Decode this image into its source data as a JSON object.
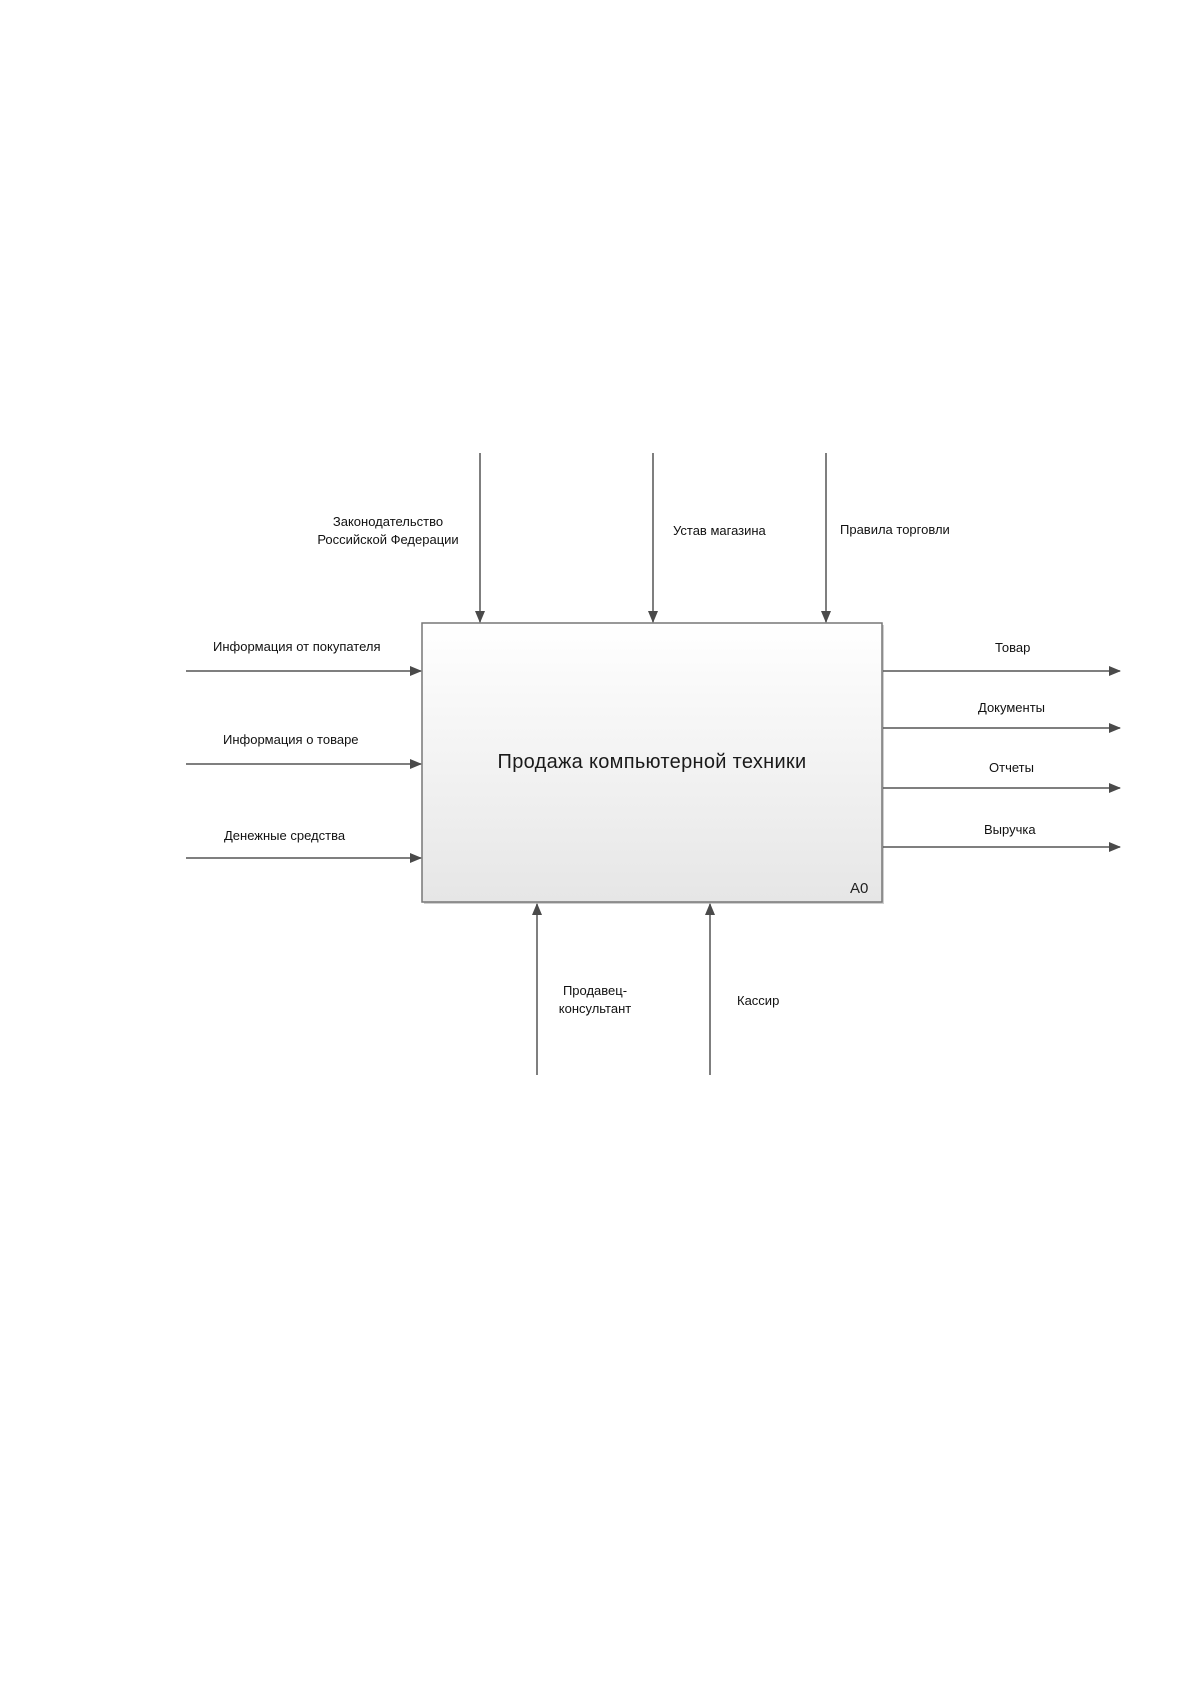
{
  "function_box": {
    "title": "Продажа компьютерной техники",
    "node": "A0"
  },
  "inputs": [
    {
      "label": "Информация от покупателя"
    },
    {
      "label": "Информация о товаре"
    },
    {
      "label": "Денежные средства"
    }
  ],
  "controls": [
    {
      "label_line1": "Законодательство",
      "label_line2": "Российской Федерации"
    },
    {
      "label": "Устав магазина"
    },
    {
      "label": "Правила торговли"
    }
  ],
  "outputs": [
    {
      "label": "Товар"
    },
    {
      "label": "Документы"
    },
    {
      "label": "Отчеты"
    },
    {
      "label": "Выручка"
    }
  ],
  "mechanisms": [
    {
      "label_line1": "Продавец-",
      "label_line2": "консультант"
    },
    {
      "label": "Кассир"
    }
  ]
}
